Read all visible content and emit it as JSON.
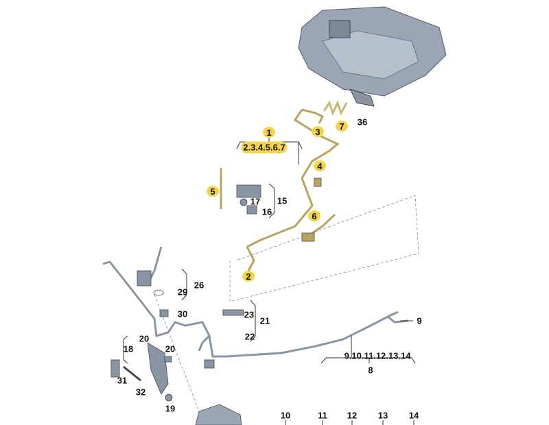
{
  "callouts": {
    "c1": "1",
    "c234567": "2.3.4.5.6.7",
    "c3": "3",
    "c7": "7",
    "c36": "36",
    "c4": "4",
    "c5": "5",
    "c17": "17",
    "c15": "15",
    "c16": "16",
    "c6": "6",
    "c2": "2",
    "c26": "26",
    "c29": "29",
    "c30": "30",
    "c23": "23",
    "c21": "21",
    "c22": "22",
    "c9": "9",
    "c9to14": "9.10.11.12.13.14",
    "c8": "8",
    "c18": "18",
    "c20a": "20",
    "c20b": "20",
    "c31": "31",
    "c32": "32",
    "c19": "19",
    "c10": "10",
    "c11": "11",
    "c12": "12",
    "c13": "13",
    "c14": "14"
  },
  "colors": {
    "highlight": "#f5d547",
    "part_gray": "#8a95a3",
    "cable_gold": "#c8b46a"
  }
}
